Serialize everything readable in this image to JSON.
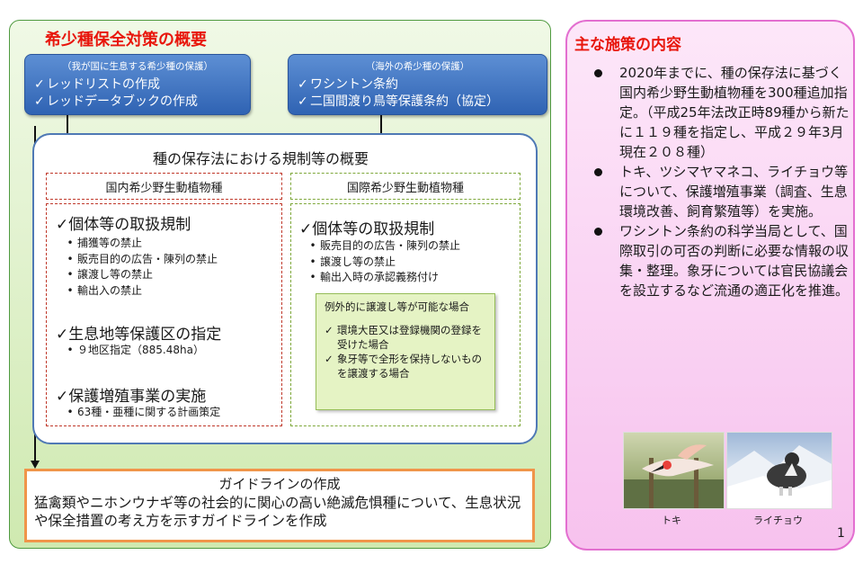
{
  "main": {
    "title": "希少種保全対策の概要",
    "domestic": {
      "subtitle": "（我が国に生息する希少種の保護）",
      "items": [
        "レッドリストの作成",
        "レッドデータブックの作成"
      ]
    },
    "overseas": {
      "subtitle": "（海外の希少種の保護）",
      "items": [
        "ワシントン条約",
        "二国間渡り鳥等保護条約（協定）"
      ]
    },
    "law": {
      "title": "種の保存法における規制等の概要",
      "domestic_head": "国内希少野生動植物種",
      "international_head": "国際希少野生動植物種",
      "domestic_sections": [
        {
          "heading": "✓個体等の取扱規制",
          "bullets": [
            "捕獲等の禁止",
            "販売目的の広告・陳列の禁止",
            "譲渡し等の禁止",
            "輸出入の禁止"
          ]
        },
        {
          "heading": "✓生息地等保護区の指定",
          "bullets": [
            "９地区指定（885.48ha）"
          ]
        },
        {
          "heading": "✓保護増殖事業の実施",
          "bullets": [
            "63種・亜種に関する計画策定"
          ]
        }
      ],
      "international_section": {
        "heading": "✓個体等の取扱規制",
        "bullets": [
          "販売目的の広告・陳列の禁止",
          "譲渡し等の禁止",
          "輸出入時の承認義務付け"
        ]
      },
      "exception": {
        "title": "例外的に譲渡し等が可能な場合",
        "items": [
          "環境大臣又は登録機関の登録を受けた場合",
          "象牙等で全形を保持しないものを譲渡する場合"
        ]
      }
    },
    "guideline": {
      "title": "ガイドラインの作成",
      "body": "猛禽類やニホンウナギ等の社会的に関心の高い絶滅危惧種について、生息状況や保全措置の考え方を示すガイドラインを作成"
    }
  },
  "side": {
    "title": "主な施策の内容",
    "items": [
      "2020年までに、種の保存法に基づく国内希少野生動植物種を300種追加指定。（平成25年法改正時89種から新たに１１９種を指定し、平成２９年3月現在２０８種）",
      "トキ、ツシマヤマネコ、ライチョウ等について、保護増殖事業（調査、生息環境改善、飼育繁殖等）を実施。",
      "ワシントン条約の科学当局として、国際取引の可否の判断に必要な情報の収集・整理。象牙については官民協議会を設立するなど流通の適正化を推進。"
    ],
    "photos": [
      {
        "caption": "トキ",
        "icon": "crested-ibis-photo"
      },
      {
        "caption": "ライチョウ",
        "icon": "rock-ptarmigan-photo"
      }
    ]
  },
  "page_number": "1",
  "colors": {
    "title_red": "#e8160c",
    "blue_box": "#3b6fc0",
    "green_panel": "#cfe9b0",
    "pink_panel": "#f7c2ee",
    "orange_border": "#f0954a"
  }
}
